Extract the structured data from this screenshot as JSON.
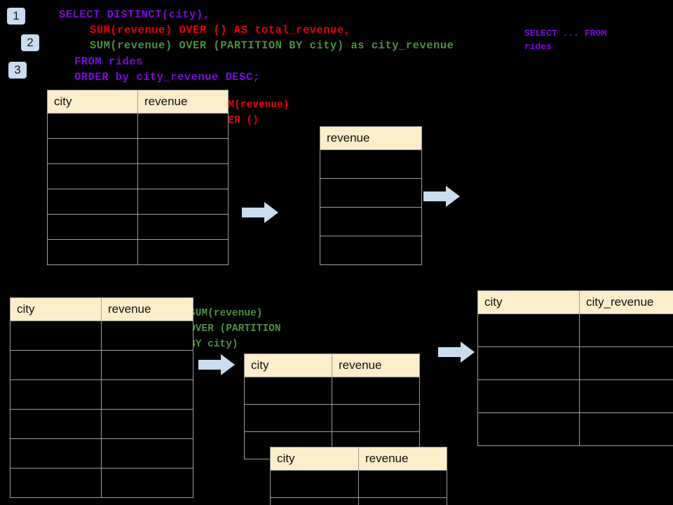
{
  "theme": {
    "background": "#000000",
    "badge_bg": "#c9dcf0",
    "header_bg": "#fdeecb",
    "border": "#9d9d9d",
    "arrow_fill": "#c9dcf0",
    "violet": "#7a0cdb",
    "red": "#e8000b",
    "green": "#4f8f3f"
  },
  "badges": [
    {
      "label": "1"
    },
    {
      "label": "2"
    },
    {
      "label": "3"
    }
  ],
  "query": {
    "line1": "SELECT DISTINCT(city),",
    "line2": "SUM(revenue) OVER () AS total_revenue,",
    "line3": "SUM(revenue) OVER (PARTITION BY city) as city_revenue",
    "line4": "FROM rides",
    "line5": "ORDER by city_revenue DESC;"
  },
  "annotations": {
    "source_label": "SELECT ... FROM\nrides",
    "total_window": "SUM(revenue)\nOVER ()",
    "partition_window": "SUM(revenue)\nOVER (PARTITION\nBY city)"
  },
  "tables": {
    "source_top": {
      "name": "rides-source-table",
      "headers": [
        "city",
        "revenue"
      ],
      "rows": 6
    },
    "total_revenue": {
      "name": "total-revenue-table",
      "headers": [
        "revenue"
      ],
      "rows": 4
    },
    "source_bottom": {
      "name": "rides-source-table-partitioned",
      "headers": [
        "city",
        "revenue"
      ],
      "rows": 6
    },
    "partition_back": {
      "name": "partition-group-table-back",
      "headers": [
        "city",
        "revenue"
      ],
      "rows": 3
    },
    "partition_front": {
      "name": "partition-group-table-front",
      "headers": [
        "city",
        "revenue"
      ],
      "rows": 2
    },
    "result": {
      "name": "result-table",
      "headers": [
        "city",
        "city_revenue"
      ],
      "rows": 4
    }
  },
  "arrows": [
    {
      "name": "arrow-source-to-total"
    },
    {
      "name": "arrow-total-to-result"
    },
    {
      "name": "arrow-source-to-partition"
    },
    {
      "name": "arrow-partition-to-result"
    }
  ]
}
